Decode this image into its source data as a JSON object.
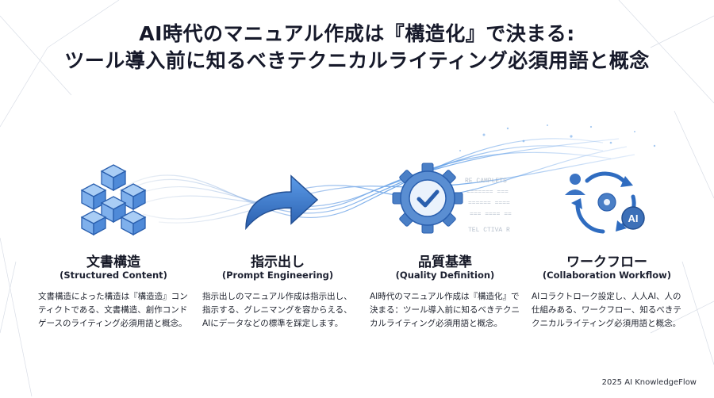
{
  "title": {
    "line1": "AI時代のマニュアル作成は『構造化』で決まる:",
    "line2": "ツール導入前に知るべきテクニカルライティング必須用語と概念"
  },
  "columns": [
    {
      "icon": "cubes-icon",
      "title": "文書構造",
      "subtitle": "(Structured Content)",
      "body": "文書構造によった構造は『構造造』コンティクトである、文書構造、創作コンドゲースのライティング必須用語と概念。"
    },
    {
      "icon": "arrow-icon",
      "title": "指示出し",
      "subtitle": "(Prompt Engineering)",
      "body": "指示出しのマニュアル作成は指示出し、指示する、グレニマングを容からえる、AIにデータなどの標準を踩定します。"
    },
    {
      "icon": "gear-check-icon",
      "title": "品質基準",
      "subtitle": "(Quality Definition)",
      "body": "AI時代のマニュアル作成は『構造化』で決まる：ツール導入前に知るべきテクニカルライティング必須用語と概念。"
    },
    {
      "icon": "workflow-cycle-icon",
      "title": "ワークフロー",
      "subtitle": "(Collaboration Workflow)",
      "body": "AIコラクトローク設定し、人人AI、人の仕組みある、ワークフロー、知るべきテクニカルライティング必須用語と概念。"
    }
  ],
  "colors": {
    "accent": "#3b7fd6",
    "accent_dark": "#2a5fae",
    "title": "#16192a"
  },
  "footer": "2025 AI KnowledgeFlow"
}
